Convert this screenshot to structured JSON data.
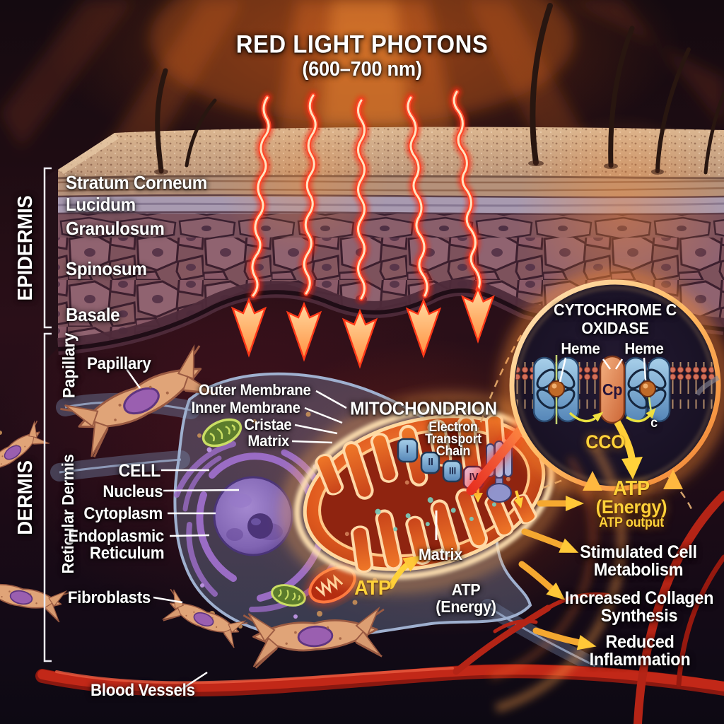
{
  "title": {
    "line1": "RED LIGHT PHOTONS",
    "line2": "(600–700 nm)"
  },
  "skin": {
    "epidermis_label": "EPIDERMIS",
    "dermis_label": "DERMIS",
    "layers": [
      "Stratum Corneum",
      "Lucidum",
      "Granulosum",
      "Spinosum",
      "Basale"
    ],
    "papillary_vertical": "Papillary",
    "reticular_vertical": "Reticular Dermis"
  },
  "cell_labels": {
    "papillary": "Papillary",
    "cell": "CELL",
    "nucleus": "Nucleus",
    "cytoplasm": "Cytoplasm",
    "endoplasmic": "Endoplasmic",
    "reticulum": "Reticulum",
    "fibroblasts": "Fibroblasts",
    "blood_vessels": "Blood Vessels"
  },
  "mitochondrion": {
    "title": "MITOCHONDRION",
    "outer_membrane": "Outer Membrane",
    "inner_membrane": "Inner Membrane",
    "cristae": "Cristae",
    "matrix": "Matrix",
    "matrix_inner": "Matrix",
    "etc": [
      "Electron",
      "Transport",
      "Chain"
    ],
    "complexes": [
      "I",
      "II",
      "III",
      "IV"
    ],
    "atp": "ATP",
    "atp_energy_1": "ATP",
    "atp_energy_2": "(Energy)"
  },
  "cco": {
    "title_1": "CYTOCHROME C",
    "title_2": "OXIDASE",
    "heme_left": "Heme",
    "heme_right": "Heme",
    "cp": "Cp",
    "abbr": "CCO",
    "cyt_c": "c"
  },
  "outcomes": {
    "atp_1": "ATP",
    "atp_2": "(Energy)",
    "atp_output": "ATP output",
    "items": [
      [
        "Stimulated Cell",
        "Metabolism"
      ],
      [
        "Increased Collagen",
        "Synthesis"
      ],
      [
        "Reduced",
        "Inflammation"
      ]
    ]
  },
  "colors": {
    "photon_red": "#ff2a12",
    "atp_yellow": "#ffd23a",
    "arrow_orange": "#f5a623",
    "glow_cream": "#ffe2b0",
    "cell_membrane_blue": "#9aa8c8",
    "nucleus_purple": "#8a6ac0",
    "cco_ring_orange": "#ffc878"
  }
}
